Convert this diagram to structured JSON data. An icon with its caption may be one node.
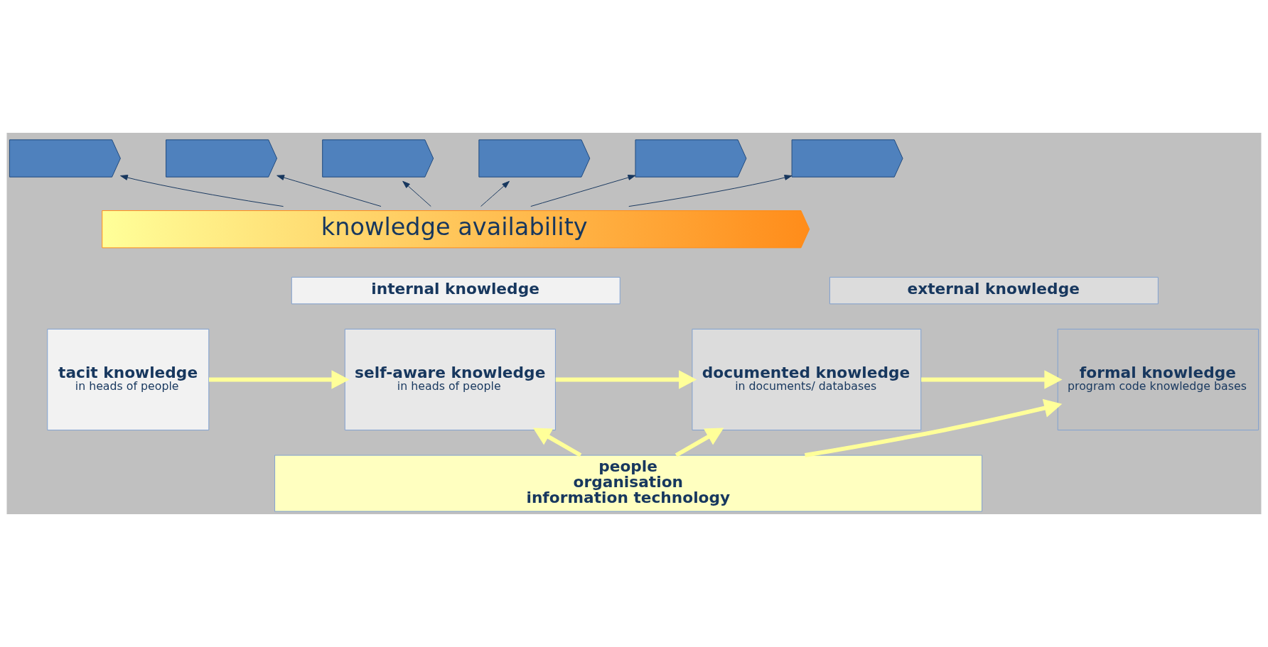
{
  "diagram": {
    "nodes": [
      {
        "text": [],
        "shape": "chevron"
      },
      {
        "text": [],
        "shape": "chevron"
      },
      {
        "text": [],
        "shape": "chevron"
      },
      {
        "text": [],
        "shape": "chevron"
      },
      {
        "text": [],
        "shape": "chevron"
      },
      {
        "text": [],
        "shape": "chevron"
      },
      {
        "text": [
          "knowledge availability"
        ]
      },
      {
        "text": [
          "internal knowledge"
        ]
      },
      {
        "text": [
          "external knowledge"
        ]
      },
      {
        "text": [
          "tacit knowledge",
          "in heads of people"
        ]
      },
      {
        "text": [
          "self-aware knowledge",
          "in heads of people"
        ]
      },
      {
        "text": [
          "documented knowledge",
          "in documents/ databases"
        ]
      },
      {
        "text": [
          "formal knowledge",
          "program code knowledge bases"
        ]
      },
      {
        "text": [
          "people",
          "organisation",
          "information technology"
        ]
      }
    ],
    "edges": [
      {
        "from": 6,
        "to": 0,
        "arrow": "to"
      },
      {
        "from": 6,
        "to": 1,
        "arrow": "to"
      },
      {
        "from": 6,
        "to": 2,
        "arrow": "to"
      },
      {
        "from": 6,
        "to": 3,
        "arrow": "to"
      },
      {
        "from": 6,
        "to": 4,
        "arrow": "to"
      },
      {
        "from": 6,
        "to": 5,
        "arrow": "to"
      },
      {
        "from": 9,
        "to": 10,
        "arrow": "to",
        "style": "thick",
        "color": "#ffff99"
      },
      {
        "from": 10,
        "to": 11,
        "arrow": "to",
        "style": "thick",
        "color": "#ffff99"
      },
      {
        "from": 11,
        "to": 12,
        "arrow": "to",
        "style": "thick",
        "color": "#ffff99"
      },
      {
        "from": 13,
        "to": 10,
        "arrow": "to",
        "style": "thick",
        "color": "#ffff99"
      },
      {
        "from": 13,
        "to": 11,
        "arrow": "to",
        "style": "thick",
        "color": "#ffff99"
      },
      {
        "from": 13,
        "to": 12,
        "arrow": "to",
        "style": "thick",
        "color": "#ffff99"
      }
    ]
  }
}
